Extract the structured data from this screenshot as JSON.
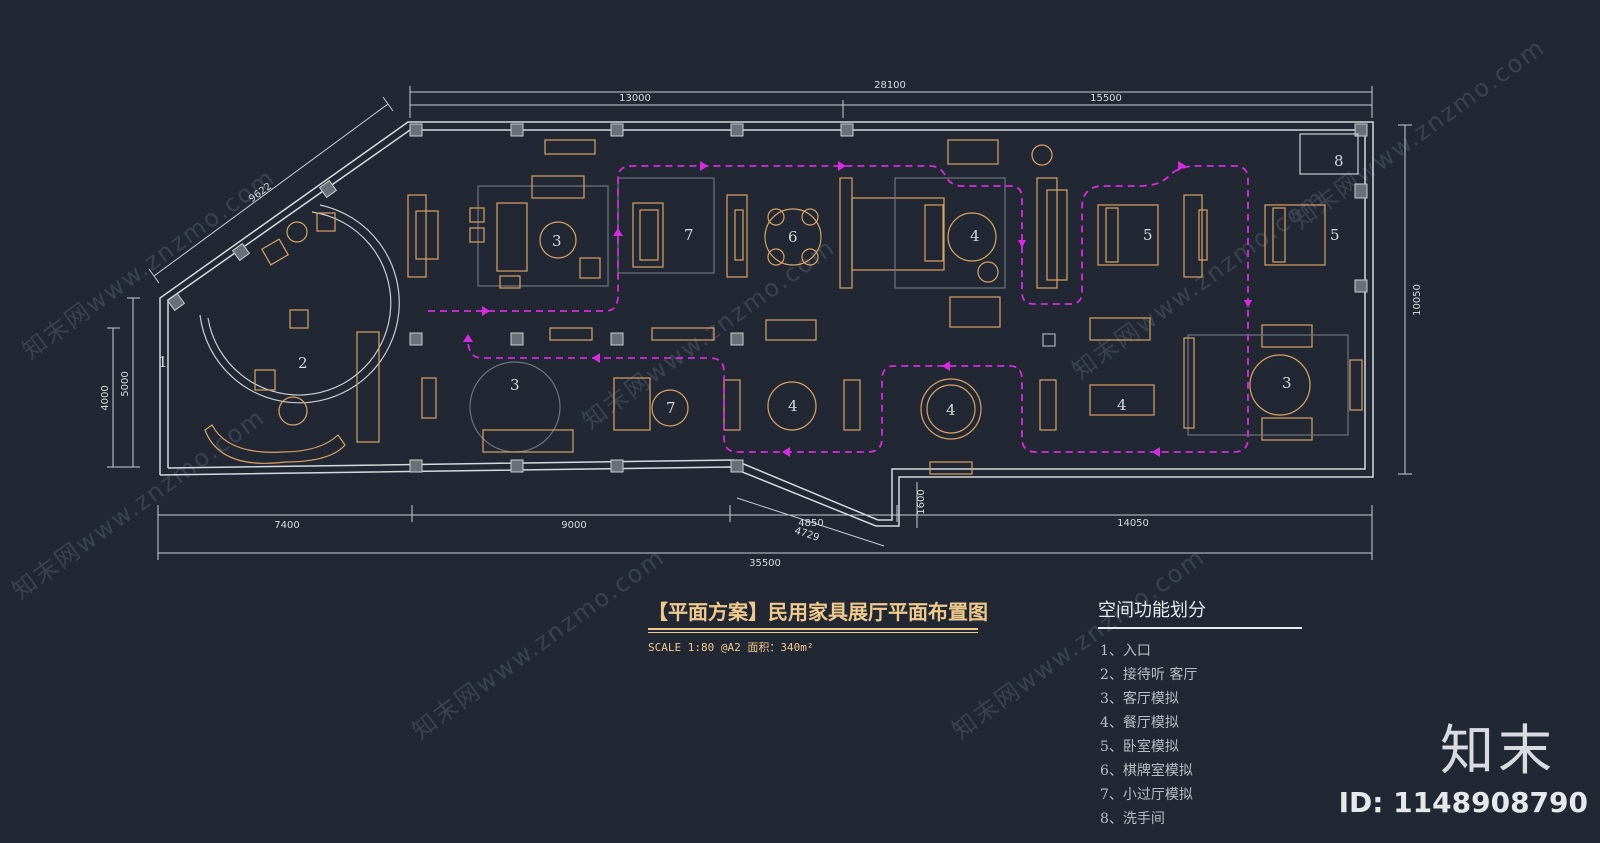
{
  "drawing": {
    "title": "【平面方案】民用家具展厅平面布置图",
    "scale_note": "SCALE 1:80 @A2 面积：340m²",
    "dimensions": {
      "top_total": "28100",
      "top_left": "13000",
      "top_right": "15500",
      "diagonal": "9622",
      "left_outer": "5000",
      "left_inner": "4000",
      "right": "10050",
      "bottom_1": "7400",
      "bottom_2": "9000",
      "bottom_3": "4850",
      "bottom_3b": "4729",
      "bottom_4": "14050",
      "bottom_total": "35500",
      "notch": "1600"
    },
    "room_numbers": {
      "r1": "1",
      "r2": "2",
      "r3a": "3",
      "r7a": "7",
      "r6": "6",
      "r4a": "4",
      "r5a": "5",
      "r5b": "5",
      "r8": "8",
      "r3b": "3",
      "r7b": "7",
      "r4b": "4",
      "r4c": "4",
      "r4d": "4",
      "r3c": "3"
    }
  },
  "legend": {
    "title": "空间功能划分",
    "items": [
      "1、入口",
      "2、接待听 客厅",
      "3、客厅模拟",
      "4、餐厅模拟",
      "5、卧室模拟",
      "6、棋牌室模拟",
      "7、小过厅模拟",
      "8、洗手间"
    ]
  },
  "watermark": {
    "site_text": "知末网www.znzmo.com",
    "brand": "知末",
    "image_id": "ID: 1148908790"
  },
  "colors": {
    "background": "#222833",
    "wall": "#d6d9de",
    "furniture": "#d9a465",
    "path": "#d82ae0",
    "title": "#f0c98c"
  }
}
